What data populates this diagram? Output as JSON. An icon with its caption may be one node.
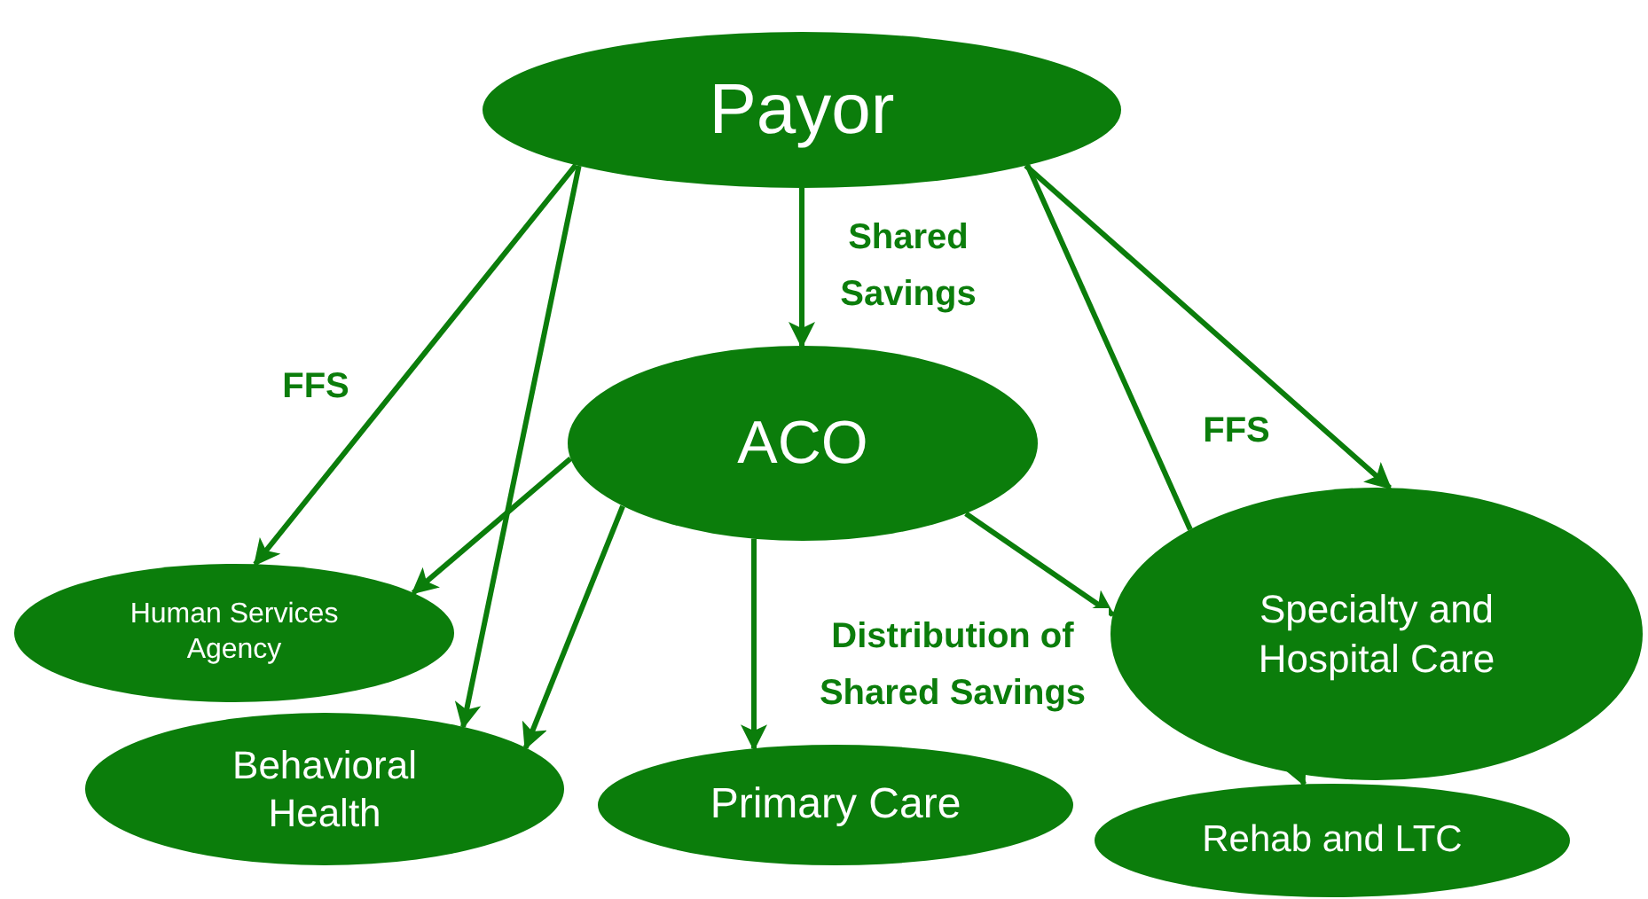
{
  "diagram": {
    "nodes": [
      {
        "text": [
          "Payor"
        ]
      },
      {
        "text": [
          "ACO"
        ]
      },
      {
        "text": [
          "Human Services Agency"
        ]
      },
      {
        "text": [
          "Behavioral Health"
        ]
      },
      {
        "text": [
          "Primary Care"
        ]
      },
      {
        "text": [
          "Specialty and Hospital Care"
        ]
      },
      {
        "text": [
          "Rehab and LTC"
        ]
      }
    ],
    "edges": [
      {
        "from": 0,
        "to": 2,
        "arrow": "to",
        "label": "FFS"
      },
      {
        "from": 0,
        "to": 3,
        "arrow": "to"
      },
      {
        "from": 0,
        "to": 1,
        "arrow": "to",
        "label": "Shared Savings"
      },
      {
        "from": 0,
        "to": 5,
        "arrow": "to",
        "label": "FFS"
      },
      {
        "from": 0,
        "to": 5,
        "arrow": "none"
      },
      {
        "from": 1,
        "to": 2,
        "arrow": "to"
      },
      {
        "from": 1,
        "to": 3,
        "arrow": "to"
      },
      {
        "from": 1,
        "to": 4,
        "arrow": "to"
      },
      {
        "from": 1,
        "to": 5,
        "arrow": "to",
        "label": "Distribution of Shared Savings"
      },
      {
        "from": 5,
        "to": 6,
        "arrow": "to"
      }
    ]
  }
}
